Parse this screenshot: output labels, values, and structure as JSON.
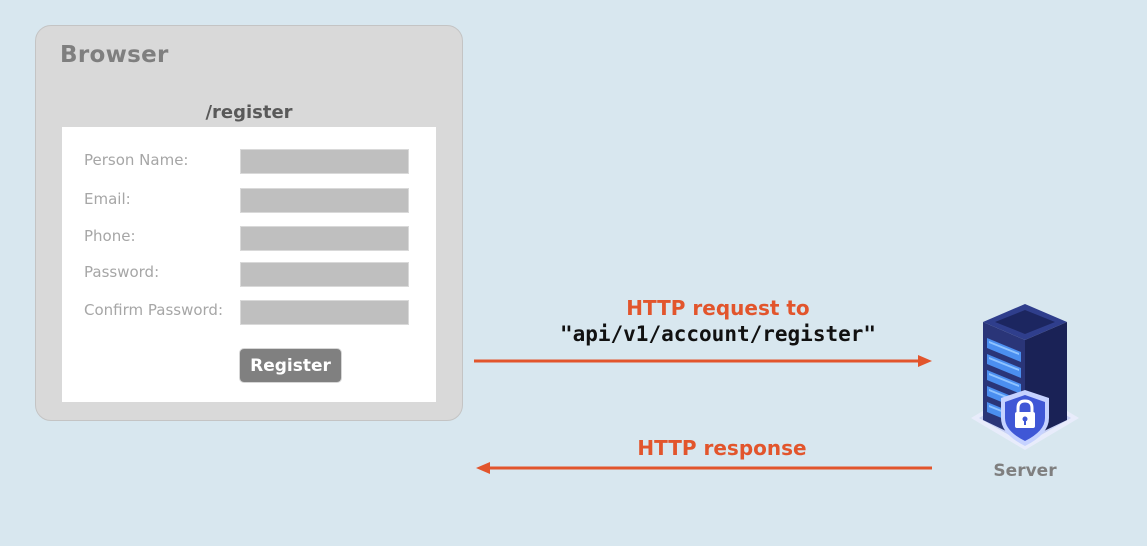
{
  "browser": {
    "title": "Browser",
    "route": "/register",
    "form": {
      "fields": [
        {
          "label": "Person Name:"
        },
        {
          "label": "Email:"
        },
        {
          "label": "Phone:"
        },
        {
          "label": "Password:"
        },
        {
          "label": "Confirm Password:"
        }
      ],
      "submit_label": "Register"
    }
  },
  "request": {
    "label": "HTTP request to",
    "endpoint": "\"api/v1/account/register\""
  },
  "response": {
    "label": "HTTP response"
  },
  "server": {
    "label": "Server",
    "icon": "server-lock-icon"
  },
  "colors": {
    "arrow": "#e2552c",
    "background": "#d8e7ef"
  }
}
